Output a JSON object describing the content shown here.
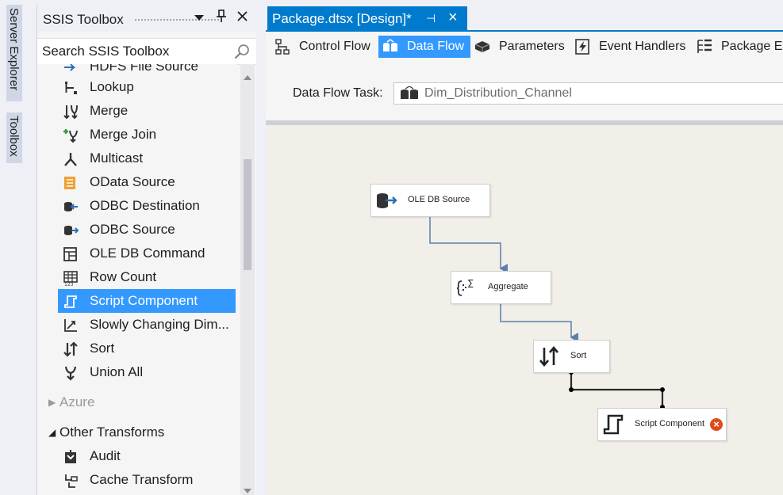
{
  "side_tabs": [
    "Server Explorer",
    "Toolbox"
  ],
  "toolbox": {
    "title": "SSIS Toolbox",
    "search_placeholder": "Search SSIS Toolbox",
    "partial_item": "HDFS File Source",
    "items": [
      {
        "label": "Lookup",
        "icon": "lookup-icon"
      },
      {
        "label": "Merge",
        "icon": "merge-icon"
      },
      {
        "label": "Merge Join",
        "icon": "merge-join-icon"
      },
      {
        "label": "Multicast",
        "icon": "multicast-icon"
      },
      {
        "label": "OData Source",
        "icon": "odata-source-icon"
      },
      {
        "label": "ODBC Destination",
        "icon": "odbc-destination-icon"
      },
      {
        "label": "ODBC Source",
        "icon": "odbc-source-icon"
      },
      {
        "label": "OLE DB Command",
        "icon": "ole-db-command-icon"
      },
      {
        "label": "Row Count",
        "icon": "row-count-icon"
      },
      {
        "label": "Script Component",
        "icon": "script-component-icon",
        "selected": true
      },
      {
        "label": "Slowly Changing Dim...",
        "icon": "slowly-changing-dimension-icon"
      },
      {
        "label": "Sort",
        "icon": "sort-icon"
      },
      {
        "label": "Union All",
        "icon": "union-all-icon"
      }
    ],
    "groups": [
      {
        "label": "Azure",
        "expanded": false
      },
      {
        "label": "Other Transforms",
        "expanded": true
      }
    ],
    "other_items": [
      {
        "label": "Audit",
        "icon": "audit-icon"
      },
      {
        "label": "Cache Transform",
        "icon": "cache-transform-icon"
      }
    ]
  },
  "document": {
    "tab_title": "Package.dtsx [Design]*",
    "designer_tabs": [
      {
        "label": "Control Flow",
        "icon": "control-flow-icon"
      },
      {
        "label": "Data Flow",
        "icon": "data-flow-icon",
        "active": true
      },
      {
        "label": "Parameters",
        "icon": "parameters-icon"
      },
      {
        "label": "Event Handlers",
        "icon": "event-handlers-icon"
      },
      {
        "label": "Package Ex",
        "icon": "package-explorer-icon"
      }
    ],
    "task_label": "Data Flow Task:",
    "task_value": "Dim_Distribution_Channel"
  },
  "canvas": {
    "nodes": [
      {
        "label": "OLE DB Source",
        "icon": "ole-db-source-icon"
      },
      {
        "label": "Aggregate",
        "icon": "aggregate-icon"
      },
      {
        "label": "Sort",
        "icon": "sort-icon"
      },
      {
        "label": "Script Component",
        "icon": "script-component-icon",
        "error": true
      }
    ]
  },
  "colors": {
    "accent": "#007acc",
    "selection": "#3399ff",
    "canvas_bg": "#f2efe9",
    "connector": "#5b7fa8",
    "error": "#e04b1a"
  }
}
